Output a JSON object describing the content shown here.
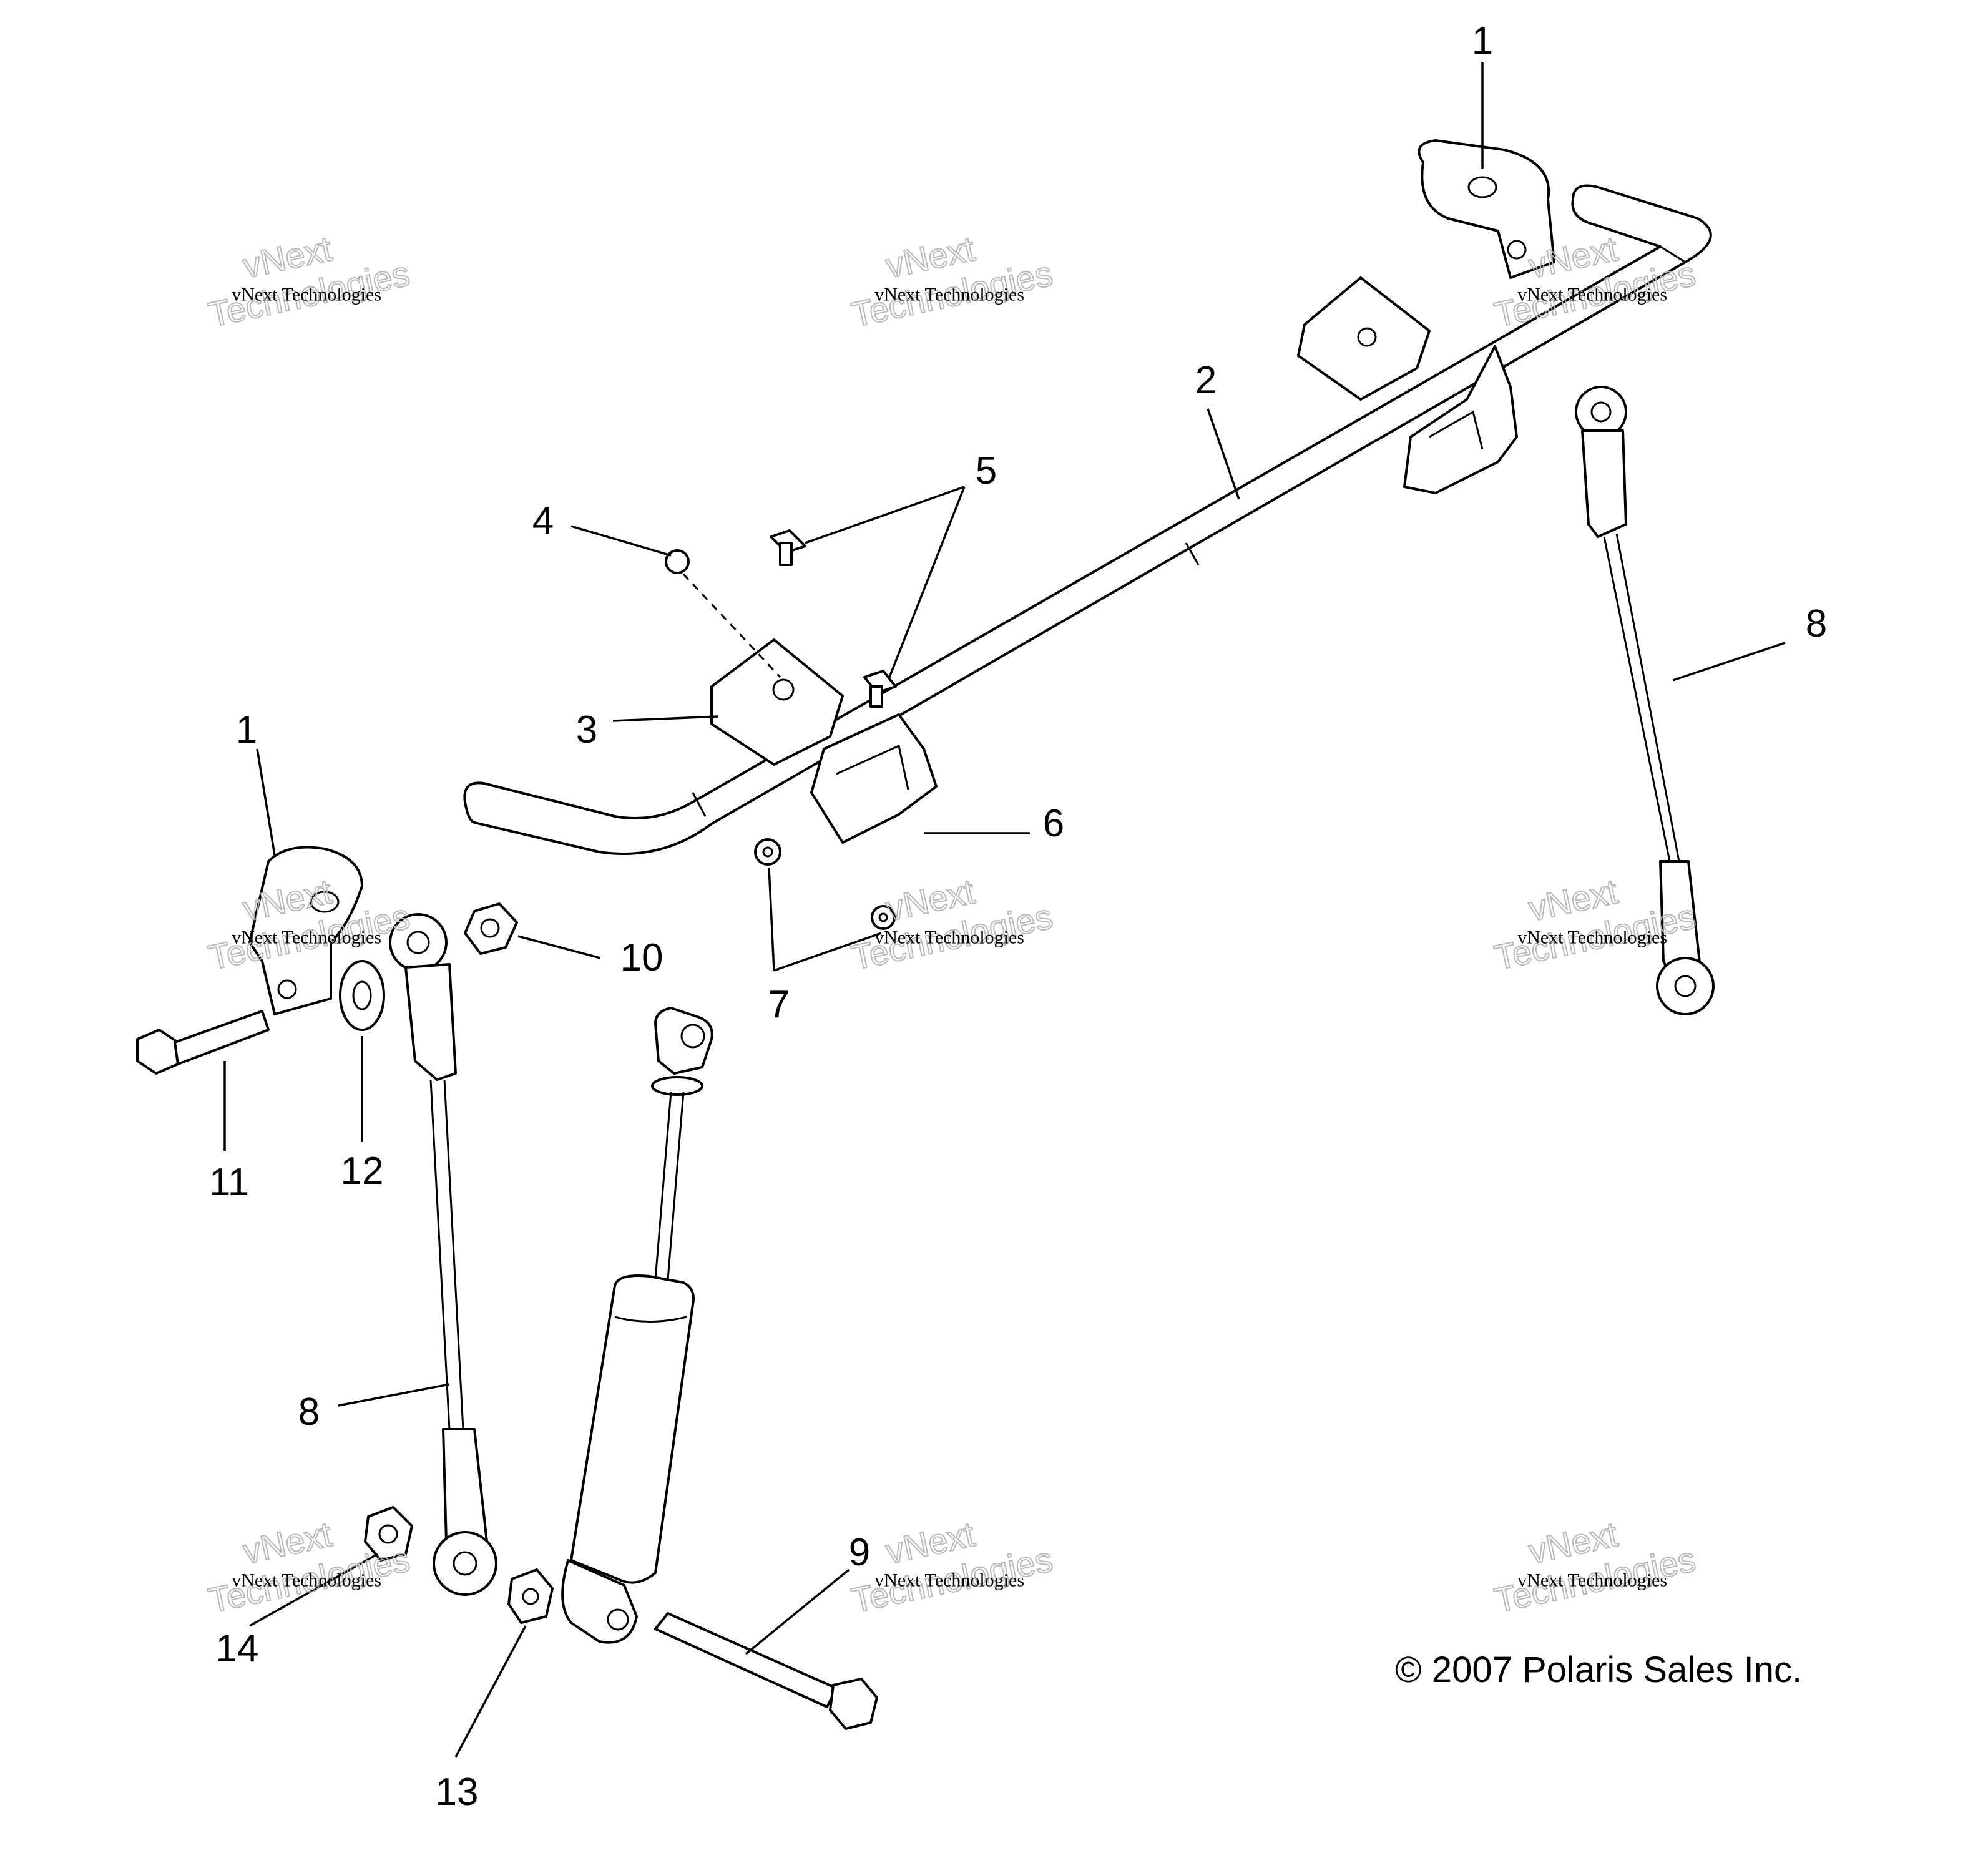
{
  "callouts": {
    "c1_top": "1",
    "c1_left": "1",
    "c2": "2",
    "c3": "3",
    "c4": "4",
    "c5": "5",
    "c6": "6",
    "c7": "7",
    "c8_right": "8",
    "c8_left": "8",
    "c9": "9",
    "c10": "10",
    "c11": "11",
    "c12": "12",
    "c13": "13",
    "c14": "14"
  },
  "watermark": {
    "small": "vNext Technologies",
    "big_line1": "vNext",
    "big_line2": "Technologies"
  },
  "copyright": "© 2007 Polaris Sales Inc."
}
